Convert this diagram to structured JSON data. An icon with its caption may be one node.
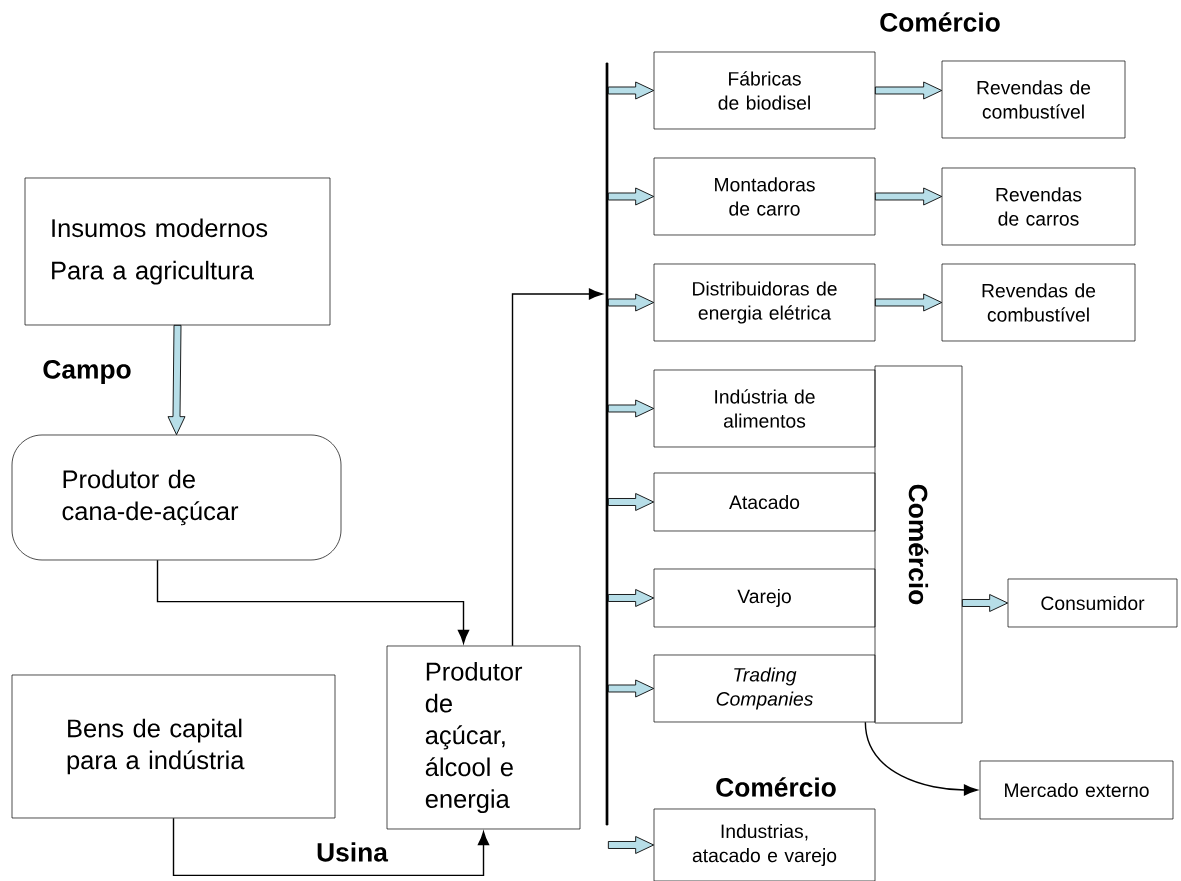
{
  "diagram": {
    "nodes": [
      {
        "text": [
          "Insumos modernos",
          "Para a agricultura"
        ]
      },
      {
        "text": [
          "Produtor de cana-de-açúcar"
        ]
      },
      {
        "text": [
          "Bens de capital para a indústria"
        ]
      },
      {
        "text": [
          "Produtor de açúcar, álcool e energia"
        ]
      },
      {
        "text": [],
        "shape": "bar"
      },
      {
        "text": [
          "Fábricas de biodisel"
        ]
      },
      {
        "text": [
          "Revendas de combustível"
        ]
      },
      {
        "text": [
          "Montadoras de carro"
        ]
      },
      {
        "text": [
          "Revendas de carros"
        ]
      },
      {
        "text": [
          "Distribuidoras de energia elétrica"
        ]
      },
      {
        "text": [
          "Revendas de combustível"
        ]
      },
      {
        "text": [
          "Comércio"
        ]
      },
      {
        "text": [
          "Indústria de alimentos"
        ]
      },
      {
        "text": [
          "Atacado"
        ]
      },
      {
        "text": [
          "Varejo"
        ]
      },
      {
        "text": [
          "Trading Companies"
        ]
      },
      {
        "text": [
          "Consumidor"
        ]
      },
      {
        "text": [
          "Mercado externo"
        ]
      },
      {
        "text": [
          "Industrias, atacado e varejo"
        ]
      }
    ],
    "edges": [
      {
        "from": 0,
        "to": 1,
        "arrow": "to",
        "label": "Campo"
      },
      {
        "from": 1,
        "to": 3,
        "arrow": "to",
        "color": "#000000"
      },
      {
        "from": 2,
        "to": 3,
        "arrow": "to",
        "label": "Usina",
        "color": "#000000"
      },
      {
        "from": 3,
        "to": 4,
        "arrow": "to",
        "color": "#000000"
      },
      {
        "from": 4,
        "to": 5,
        "arrow": "to"
      },
      {
        "from": 4,
        "to": 7,
        "arrow": "to"
      },
      {
        "from": 4,
        "to": 9,
        "arrow": "to"
      },
      {
        "from": 4,
        "to": 12,
        "arrow": "to"
      },
      {
        "from": 4,
        "to": 13,
        "arrow": "to"
      },
      {
        "from": 4,
        "to": 14,
        "arrow": "to"
      },
      {
        "from": 4,
        "to": 15,
        "arrow": "to"
      },
      {
        "from": 4,
        "to": 18,
        "arrow": "to"
      },
      {
        "from": 5,
        "to": 6,
        "arrow": "to"
      },
      {
        "from": 7,
        "to": 8,
        "arrow": "to"
      },
      {
        "from": 9,
        "to": 10,
        "arrow": "to"
      },
      {
        "from": 11,
        "to": 16,
        "arrow": "to"
      },
      {
        "from": 15,
        "to": 17,
        "arrow": "to",
        "color": "#000000"
      }
    ],
    "labels": [
      "Comércio",
      "Comércio"
    ]
  }
}
